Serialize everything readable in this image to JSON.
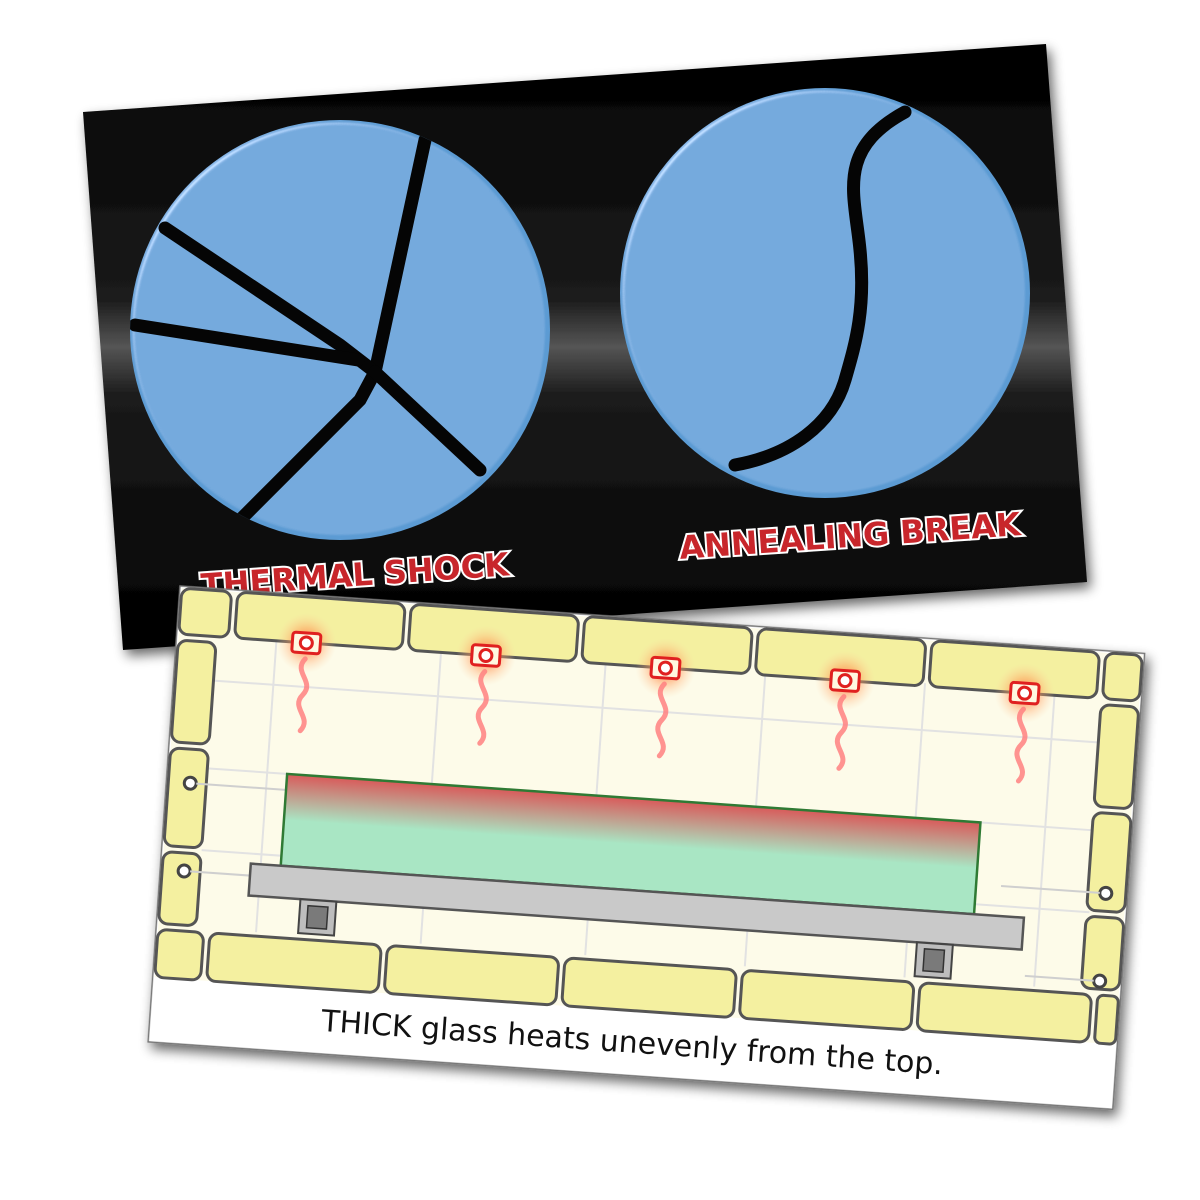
{
  "top_card": {
    "label_left": "THERMAL SHOCK",
    "label_right": "ANNEALING BREAK"
  },
  "bottom_card": {
    "caption": "THICK glass heats unevenly from the top."
  },
  "colors": {
    "glass_blue": "#5b9bd3",
    "card_black": "#050505",
    "label_red": "#c8262b",
    "kiln_brick": "#f4f0a0",
    "heat_red": "#ff3b3b",
    "heat_wave": "#ff7f7f",
    "glass_green": "#a9e6c4",
    "shelf_gray": "#c9c9c9"
  },
  "icons": {
    "element_marker": "heating-element-icon",
    "heat_wave": "heat-wave-icon",
    "thermocouple": "thermocouple-icon"
  }
}
